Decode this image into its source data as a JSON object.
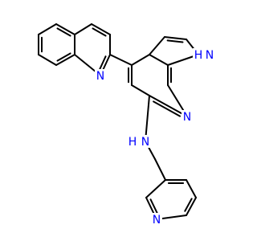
{
  "colors": {
    "bond": "#000000",
    "nitrogen": "#0000ff",
    "background": "#ffffff"
  },
  "atoms": {
    "quinoline_n": "N",
    "pyrrole_n": "N",
    "pyrrole_h": "H",
    "pyridine_n_ring": "N",
    "amine_n": "N",
    "amine_h": "H",
    "pyridyl_n": "N"
  }
}
